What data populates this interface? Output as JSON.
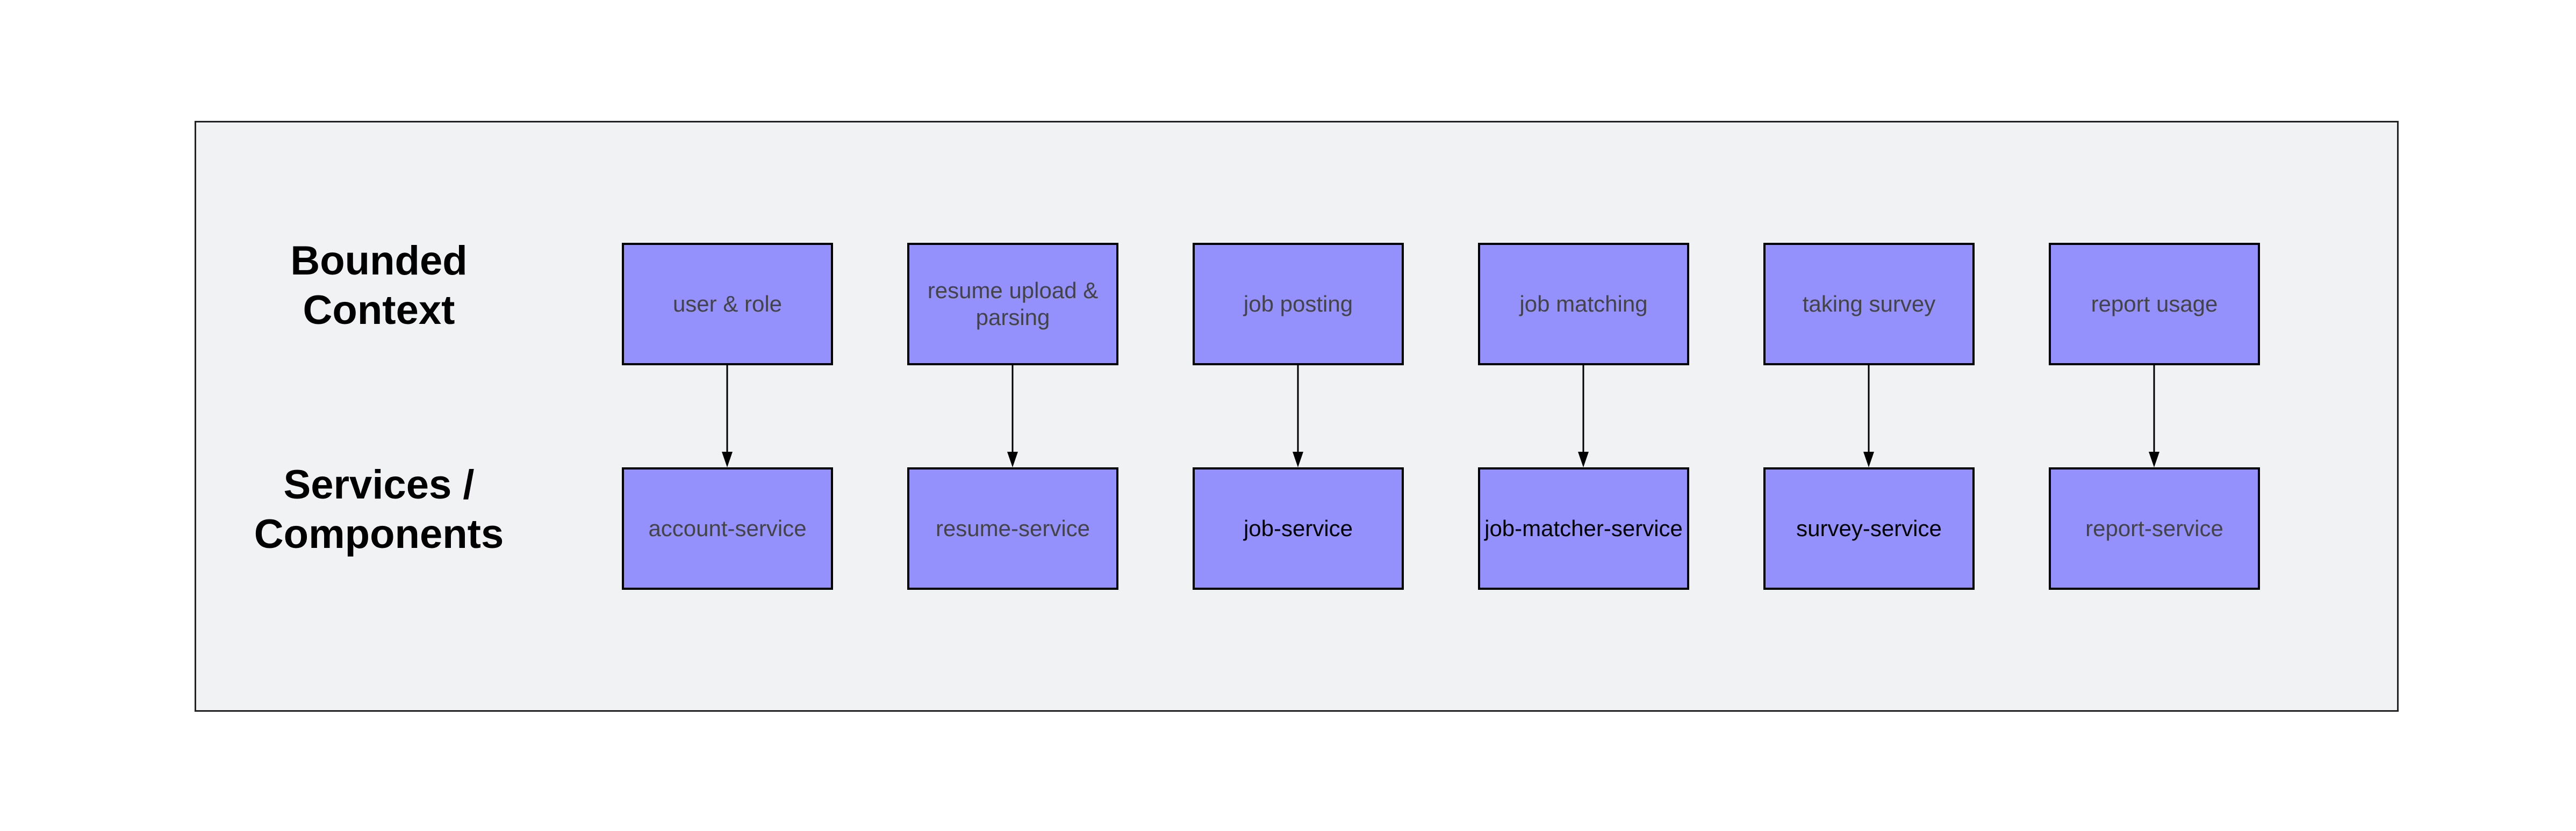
{
  "row_labels": {
    "top": [
      "Bounded",
      "Context"
    ],
    "bottom": [
      "Services /",
      "Components"
    ]
  },
  "contexts": [
    {
      "lines": [
        "user & role"
      ],
      "color": "#444444"
    },
    {
      "lines": [
        "resume upload &",
        "parsing"
      ],
      "color": "#444444"
    },
    {
      "lines": [
        "job posting"
      ],
      "color": "#444444"
    },
    {
      "lines": [
        "job matching"
      ],
      "color": "#444444"
    },
    {
      "lines": [
        "taking survey"
      ],
      "color": "#444444"
    },
    {
      "lines": [
        "report usage"
      ],
      "color": "#444444"
    }
  ],
  "services": [
    {
      "label": "account-service",
      "color": "#444444"
    },
    {
      "label": "resume-service",
      "color": "#444444"
    },
    {
      "label": "job-service",
      "color": "#000000"
    },
    {
      "label": "job-matcher-service",
      "color": "#000000"
    },
    {
      "label": "survey-service",
      "color": "#000000"
    },
    {
      "label": "report-service",
      "color": "#444444"
    }
  ],
  "colors": {
    "node_fill": "#9491fd",
    "panel_fill": "#f1f2f3",
    "edge": "#000000"
  }
}
